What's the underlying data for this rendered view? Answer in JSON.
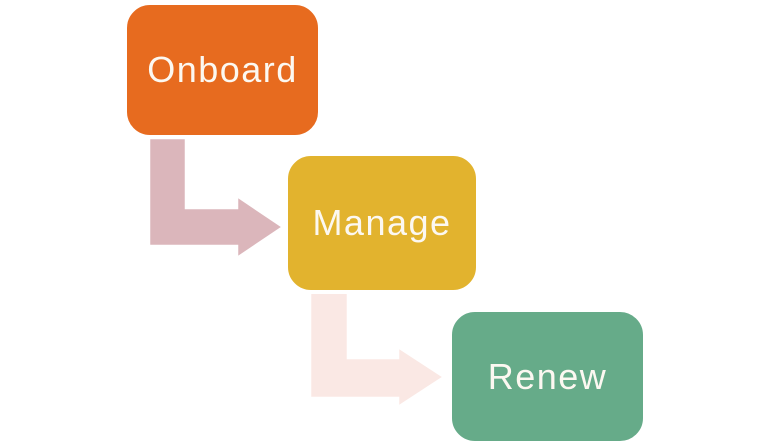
{
  "diagram": {
    "type": "step-process-flow",
    "background": "#FFFFFF",
    "outline_color": "#FFFFFF",
    "text_color": "#FCF8F1",
    "steps": [
      {
        "id": "onboard",
        "label": "Onboard",
        "fill": "#E76B1F"
      },
      {
        "id": "manage",
        "label": "Manage",
        "fill": "#E2B32E"
      },
      {
        "id": "renew",
        "label": "Renew",
        "fill": "#66AB89"
      }
    ],
    "connectors": [
      {
        "id": "onboard-to-manage",
        "from": "Onboard",
        "to": "Manage",
        "fill": "#DBB6BB"
      },
      {
        "id": "manage-to-renew",
        "from": "Manage",
        "to": "Renew",
        "fill": "#FAE8E4"
      }
    ]
  }
}
